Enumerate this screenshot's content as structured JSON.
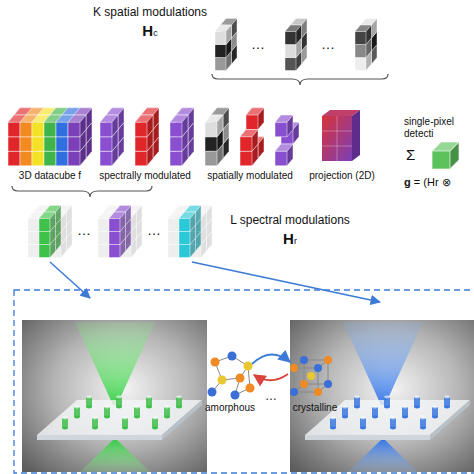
{
  "diagram": {
    "labels": [
      "K spatial modulations",
      "Hc",
      "…",
      "…",
      "3D datacube f",
      "spectrally modulated",
      "spatially modulated",
      "projection (2D)",
      "single-pixel detecti",
      "Σ",
      "g = (Hr ⊗",
      "…",
      "…",
      "L spectral modulations",
      "Hr",
      "amorphous",
      "…",
      "crystalline"
    ]
  }
}
